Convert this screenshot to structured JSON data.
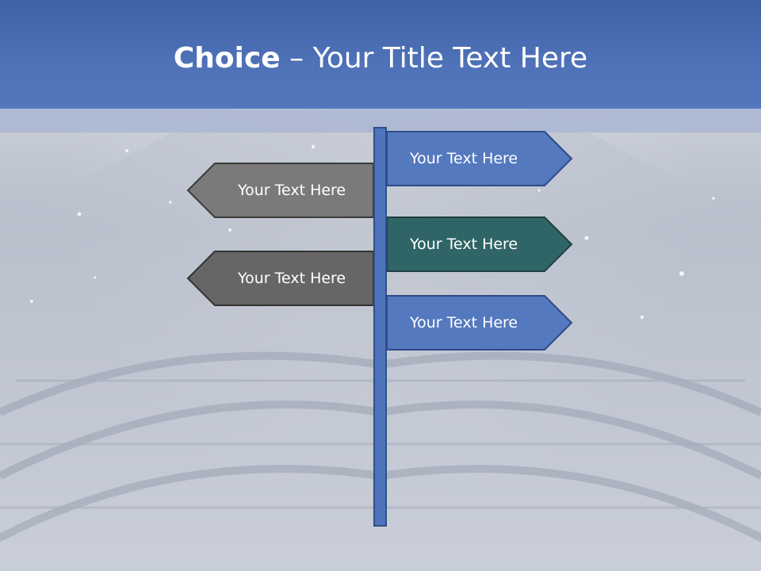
{
  "title": {
    "strong": "Choice",
    "rest": " – Your Title Text Here"
  },
  "signs": {
    "right_1": {
      "label": "Your Text Here",
      "color": "#5479bf"
    },
    "right_2": {
      "label": "Your Text Here",
      "color": "#2f6567"
    },
    "right_3": {
      "label": "Your Text Here",
      "color": "#5479bf"
    },
    "left_1": {
      "label": "Your Text Here",
      "color": "#7a7a7a"
    },
    "left_2": {
      "label": "Your Text Here",
      "color": "#666666"
    }
  },
  "colors": {
    "header": "#4a6db3",
    "pole": "#4f74bb"
  }
}
